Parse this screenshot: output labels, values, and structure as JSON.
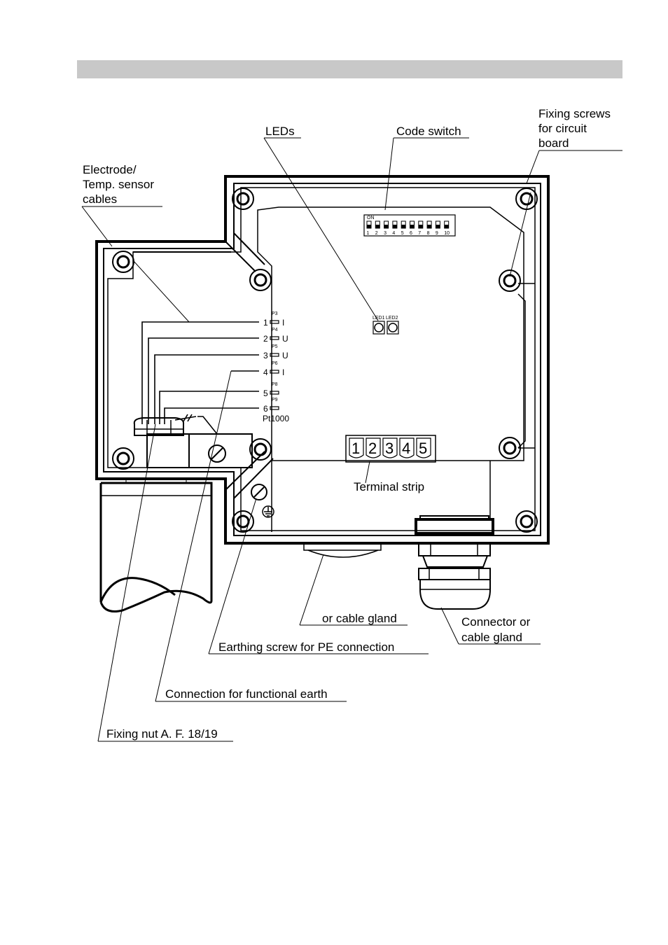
{
  "callouts": {
    "leds": "LEDs",
    "code_switch": "Code switch",
    "fixing_screws": [
      "Fixing screws",
      "for circuit",
      "board"
    ],
    "electrode_cables": [
      "Electrode/",
      "Temp. sensor",
      "cables"
    ],
    "terminal_strip": "Terminal strip",
    "or_cable_gland": "or cable gland",
    "connector_or_gland": [
      "Connector or",
      "cable gland"
    ],
    "earthing_screw": "Earthing screw for PE connection",
    "functional_earth": "Connection for functional earth",
    "fixing_nut": "Fixing nut A. F. 18/19"
  },
  "board": {
    "led_labels": [
      "LED1",
      "LED2"
    ],
    "switch_on_label": "ON",
    "switch_numbers": [
      "1",
      "2",
      "3",
      "4",
      "5",
      "6",
      "7",
      "8",
      "9",
      "10"
    ],
    "pins": [
      {
        "tag": "P3",
        "num": "1",
        "type": "I"
      },
      {
        "tag": "P4",
        "num": "2",
        "type": "U"
      },
      {
        "tag": "P5",
        "num": "3",
        "type": "U"
      },
      {
        "tag": "P6",
        "num": "4",
        "type": "I"
      },
      {
        "tag": "P8",
        "num": "5",
        "type": ""
      },
      {
        "tag": "P9",
        "num": "6",
        "type": ""
      }
    ],
    "pt1000_label": "Pt1000",
    "terminal_numbers": [
      "1",
      "2",
      "3",
      "4",
      "5"
    ]
  }
}
